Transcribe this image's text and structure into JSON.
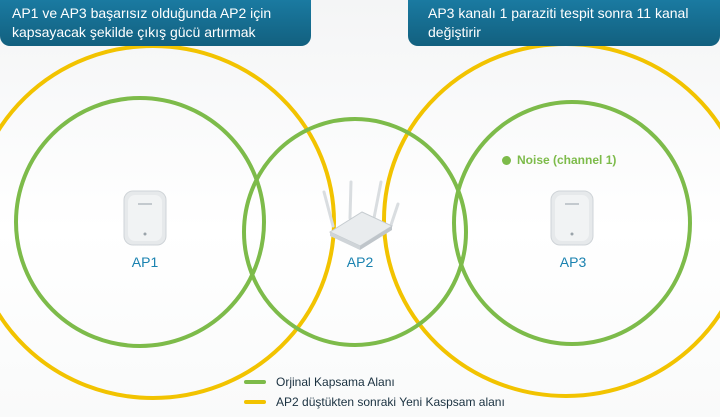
{
  "callouts": {
    "left": "AP1 ve AP3 başarısız olduğunda AP2 için kapsayacak şekilde çıkış gücü artırmak",
    "right": "AP3 kanalı 1 paraziti tespit sonra 11 kanal değiştirir"
  },
  "access_points": [
    {
      "label": "AP1"
    },
    {
      "label": "AP2"
    },
    {
      "label": "AP3"
    }
  ],
  "noise": {
    "label": "Noise (channel 1)"
  },
  "legend": [
    {
      "label": "Orjinal Kapsama Alanı",
      "color": "#7dbb4a"
    },
    {
      "label": "AP2 düştükten sonraki Yeni Kaspsam alanı",
      "color": "#f2c300"
    }
  ],
  "colors": {
    "original_coverage": "#7dbb4a",
    "new_coverage": "#f2c300",
    "callout_bg": "#166c8f",
    "ap_label": "#1a82b0"
  }
}
